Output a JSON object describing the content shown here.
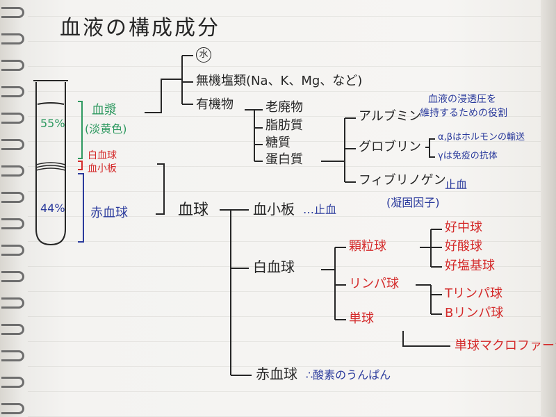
{
  "title": "血液の構成成分",
  "tube": {
    "plasma_percent": "55%",
    "cells_percent": "44%",
    "plasma_label": "血漿",
    "plasma_color_note": "(淡黄色)",
    "buffy_label_1": "白血球",
    "buffy_label_2": "血小板",
    "rbc_label": "赤血球"
  },
  "plasma": {
    "water": "水",
    "inorganic_salts": "無機塩類(Na、K、Mg、など)",
    "organic": "有機物",
    "organic_items": [
      "老廃物",
      "脂肪質",
      "糖質",
      "蛋白質"
    ],
    "proteins": [
      "アルブミン",
      "グロブリン",
      "フィブリノゲン"
    ],
    "albumin_note_1": "血液の浸透圧を",
    "albumin_note_2": "維持するための役割",
    "globulin_note_1": "α,βはホルモンの輸送",
    "globulin_note_2": "γは免疫の抗体",
    "fibrinogen_note_1": "止血",
    "fibrinogen_note_2": "(凝固因子)"
  },
  "cells": {
    "label": "血球",
    "platelet": "血小板",
    "platelet_note": "…止血",
    "wbc": "白血球",
    "granulocyte": "顆粒球",
    "granulocyte_types": [
      "好中球",
      "好酸球",
      "好塩基球"
    ],
    "lymphocyte": "リンパ球",
    "lymphocyte_types": [
      "Tリンパ球",
      "Bリンパ球"
    ],
    "monocyte": "単球",
    "monocyte_type": "単球マクロファージ",
    "rbc": "赤血球",
    "rbc_note": "∴酸素のうんぱん"
  },
  "colors": {
    "ink_black": "#262626",
    "ink_green": "#2e9960",
    "ink_red": "#d42a2a",
    "ink_blue": "#2a3a9c",
    "paper": "#f5f4f2"
  }
}
